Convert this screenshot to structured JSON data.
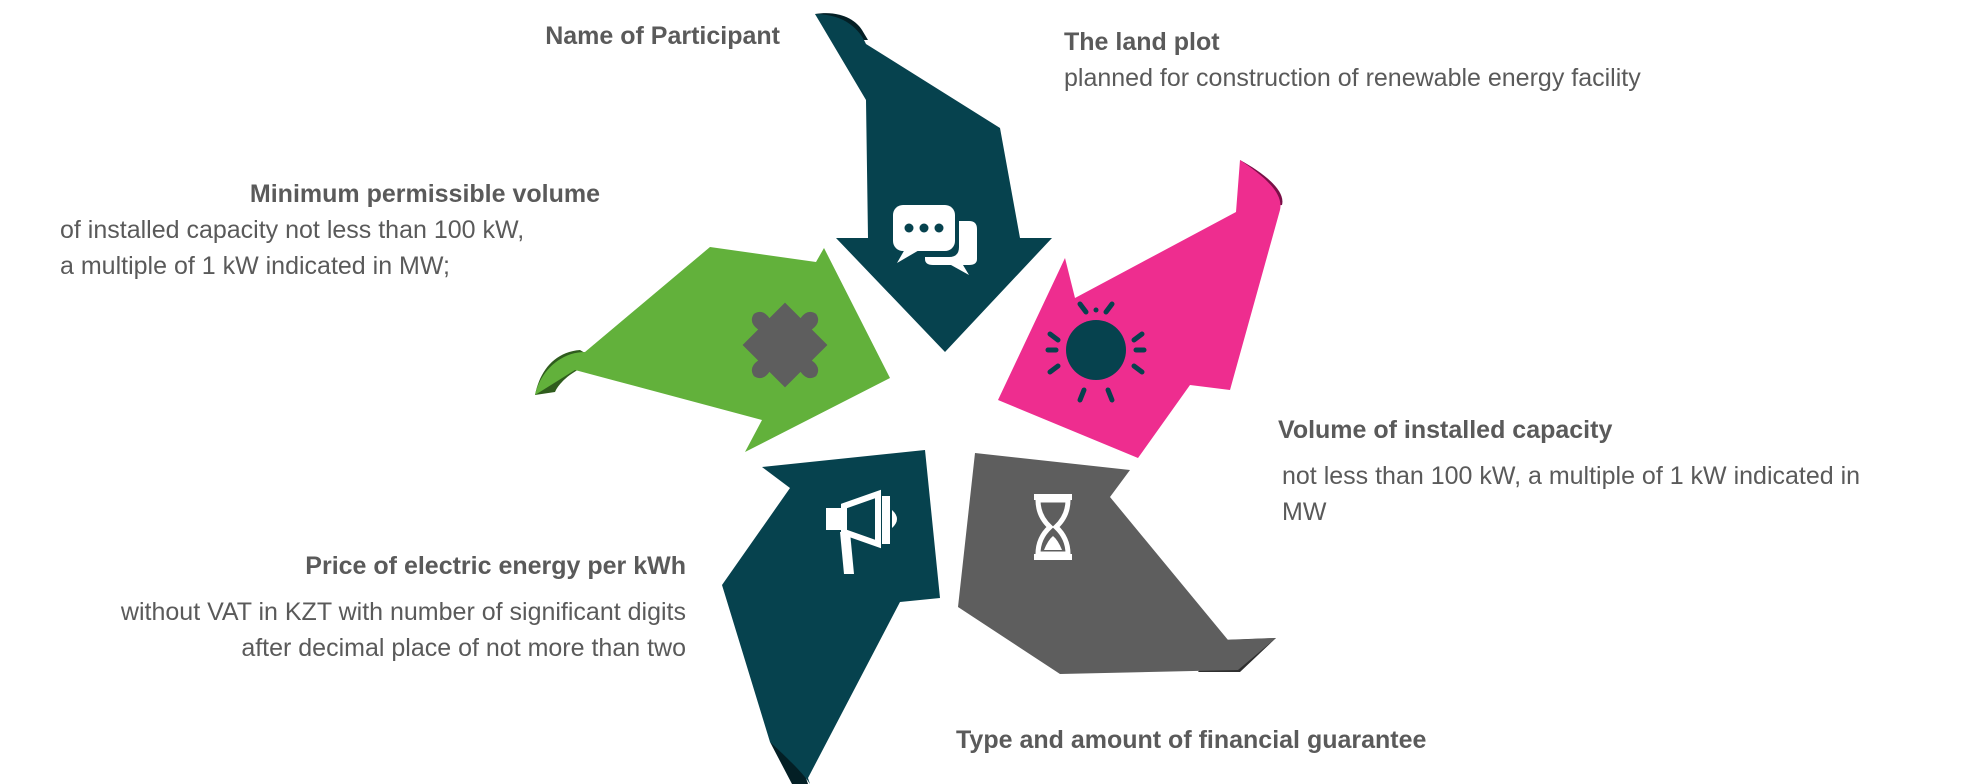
{
  "colors": {
    "teal": "#06424e",
    "teal_dark": "#031f25",
    "pink": "#ee2d8f",
    "pink_dark": "#7a0f47",
    "green": "#62b13b",
    "green_dark": "#2f5c1d",
    "gray": "#5e5e5e",
    "gray_dark": "#2f2f2f",
    "icon": "#ffffff",
    "puzzle": "#5e5e5e"
  },
  "items": [
    {
      "key": "participant",
      "title": "Name of Participant",
      "desc": "",
      "icon": "chat-bubbles-icon",
      "color": "teal"
    },
    {
      "key": "land",
      "title": "The land plot",
      "desc": "planned for construction of renewable energy facility",
      "icon": "sun-icon",
      "color": "pink"
    },
    {
      "key": "volume",
      "title": "Volume of installed capacity",
      "desc_lines": [
        "not less than 100 kW, a multiple of 1 kW indicated in",
        "MW"
      ],
      "icon": "hourglass-icon",
      "color": "gray"
    },
    {
      "key": "guarantee",
      "title": "Type and amount of financial guarantee",
      "desc": "",
      "icon": "megaphone-icon",
      "color": "teal"
    },
    {
      "key": "price",
      "title": "Price of electric energy per kWh",
      "desc_lines": [
        "without VAT in KZT with number of significant digits",
        "after decimal place of not more than two"
      ],
      "icon": "megaphone-icon",
      "color": "teal"
    },
    {
      "key": "minimum",
      "title": "Minimum permissible volume",
      "desc_lines": [
        "of installed capacity not less than 100 kW,",
        "a multiple of 1 kW indicated in MW;"
      ],
      "icon": "puzzle-icon",
      "color": "green"
    }
  ]
}
